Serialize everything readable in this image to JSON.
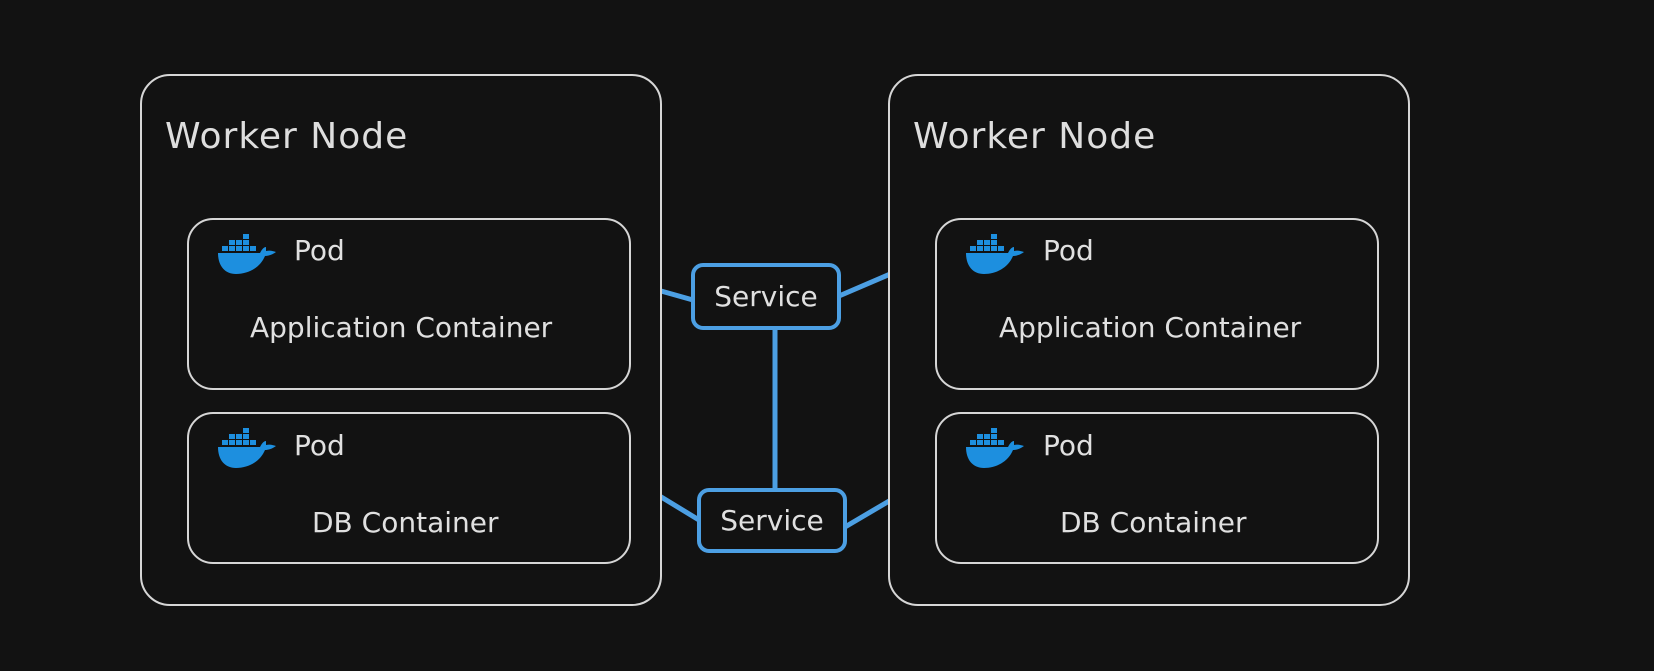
{
  "diagram": {
    "nodes": [
      {
        "title": "Worker Node",
        "pods": [
          {
            "label": "Pod",
            "container": "Application Container",
            "icon": "docker-whale-icon"
          },
          {
            "label": "Pod",
            "container": "DB Container",
            "icon": "docker-whale-icon"
          }
        ]
      },
      {
        "title": "Worker Node",
        "pods": [
          {
            "label": "Pod",
            "container": "Application Container",
            "icon": "docker-whale-icon"
          },
          {
            "label": "Pod",
            "container": "DB Container",
            "icon": "docker-whale-icon"
          }
        ]
      }
    ],
    "services": [
      {
        "label": "Service"
      },
      {
        "label": "Service"
      }
    ],
    "colors": {
      "background": "#121212",
      "stroke": "#d6d6d6",
      "service_accent": "#4c9fe3",
      "docker_blue": "#1d8fdf"
    }
  }
}
